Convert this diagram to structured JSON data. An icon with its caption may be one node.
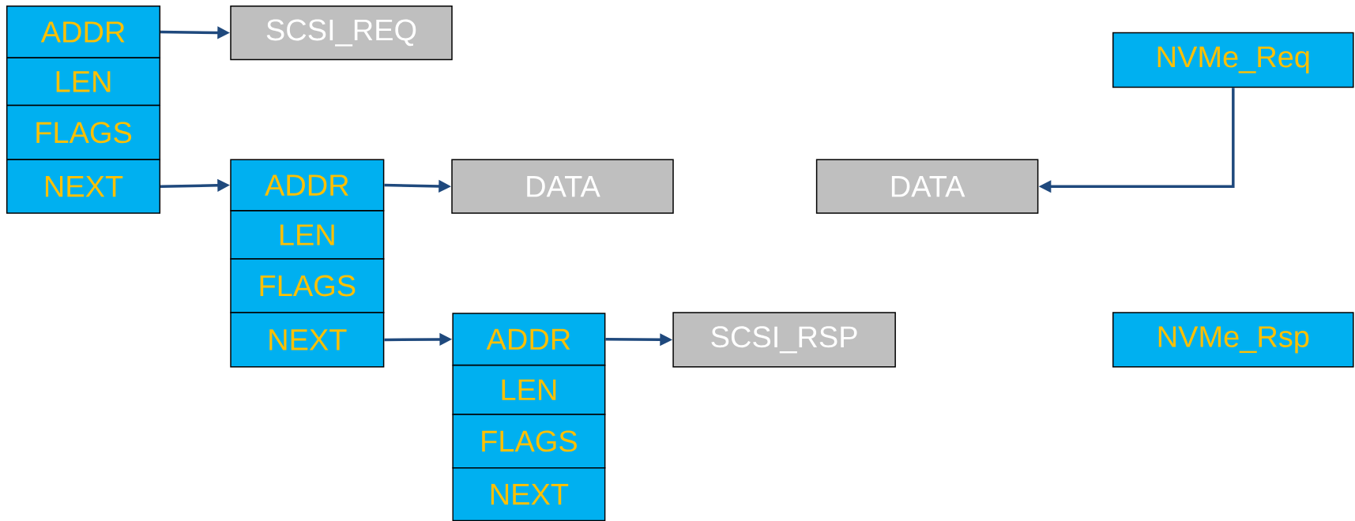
{
  "diagram": {
    "nodes": [
      {
        "text": [
          "ADDR"
        ]
      },
      {
        "text": [
          "LEN"
        ]
      },
      {
        "text": [
          "FLAGS"
        ]
      },
      {
        "text": [
          "NEXT"
        ]
      },
      {
        "text": [
          "SCSI_REQ"
        ]
      },
      {
        "text": [
          "ADDR"
        ]
      },
      {
        "text": [
          "LEN"
        ]
      },
      {
        "text": [
          "FLAGS"
        ]
      },
      {
        "text": [
          "NEXT"
        ]
      },
      {
        "text": [
          "DATA"
        ]
      },
      {
        "text": [
          "ADDR"
        ]
      },
      {
        "text": [
          "LEN"
        ]
      },
      {
        "text": [
          "FLAGS"
        ]
      },
      {
        "text": [
          "NEXT"
        ]
      },
      {
        "text": [
          "SCSI_RSP"
        ]
      },
      {
        "text": [
          "DATA"
        ]
      },
      {
        "text": [
          "NVMe_Req"
        ]
      },
      {
        "text": [
          "NVMe_Rsp"
        ]
      }
    ],
    "edges": [
      {
        "from": 0,
        "to": 4,
        "arrow": "to"
      },
      {
        "from": 3,
        "to": 5,
        "arrow": "to"
      },
      {
        "from": 5,
        "to": 9,
        "arrow": "to"
      },
      {
        "from": 8,
        "to": 10,
        "arrow": "to"
      },
      {
        "from": 10,
        "to": 14,
        "arrow": "to"
      },
      {
        "from": 16,
        "to": 15,
        "arrow": "to"
      }
    ]
  }
}
